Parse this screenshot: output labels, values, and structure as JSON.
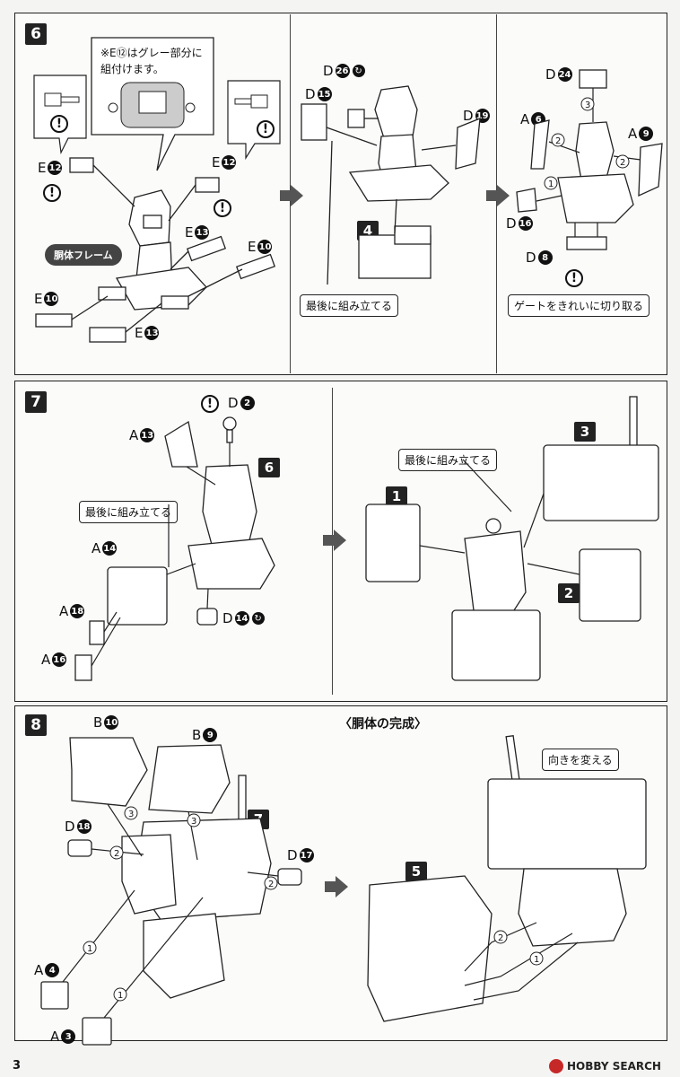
{
  "page_number": "3",
  "watermark": "HOBBY SEARCH",
  "step6": {
    "number": "6",
    "note_line1": "※E⑫はグレー部分に",
    "note_line2": "組付けます。",
    "frame_label": "胴体フレーム",
    "final_assembly_label": "最後に組み立てる",
    "gate_label": "ゲートをきれいに切り取る",
    "sub_ref": "4",
    "parts": [
      {
        "letter": "E",
        "num": "12"
      },
      {
        "letter": "E",
        "num": "12"
      },
      {
        "letter": "E",
        "num": "13"
      },
      {
        "letter": "E",
        "num": "10"
      },
      {
        "letter": "E",
        "num": "10"
      },
      {
        "letter": "E",
        "num": "13"
      },
      {
        "letter": "D",
        "num": "26"
      },
      {
        "letter": "D",
        "num": "15"
      },
      {
        "letter": "D",
        "num": "19"
      },
      {
        "letter": "D",
        "num": "24"
      },
      {
        "letter": "A",
        "num": "6"
      },
      {
        "letter": "A",
        "num": "9"
      },
      {
        "letter": "D",
        "num": "16"
      },
      {
        "letter": "D",
        "num": "8"
      }
    ],
    "order": [
      "1",
      "2",
      "2",
      "3"
    ]
  },
  "step7": {
    "number": "7",
    "final_assembly_label_left": "最後に組み立てる",
    "final_assembly_label_right": "最後に組み立てる",
    "ref_6": "6",
    "ref_1": "1",
    "ref_2": "2",
    "ref_3": "3",
    "parts": [
      {
        "letter": "D",
        "num": "2"
      },
      {
        "letter": "A",
        "num": "13"
      },
      {
        "letter": "A",
        "num": "14"
      },
      {
        "letter": "A",
        "num": "18"
      },
      {
        "letter": "A",
        "num": "16"
      },
      {
        "letter": "D",
        "num": "14"
      }
    ]
  },
  "step8": {
    "number": "8",
    "completion_heading": "〈胴体の完成〉",
    "turn_label": "向きを変える",
    "ref_7": "7",
    "ref_5": "5",
    "parts": [
      {
        "letter": "B",
        "num": "10"
      },
      {
        "letter": "B",
        "num": "9"
      },
      {
        "letter": "D",
        "num": "18"
      },
      {
        "letter": "D",
        "num": "17"
      },
      {
        "letter": "A",
        "num": "4"
      },
      {
        "letter": "A",
        "num": "3"
      }
    ],
    "order": [
      "3",
      "3",
      "2",
      "2",
      "1",
      "1",
      "2",
      "1"
    ]
  },
  "colors": {
    "ink": "#111111",
    "paper": "#fbfbfa",
    "pill": "#444444",
    "arrow": "#555555"
  }
}
